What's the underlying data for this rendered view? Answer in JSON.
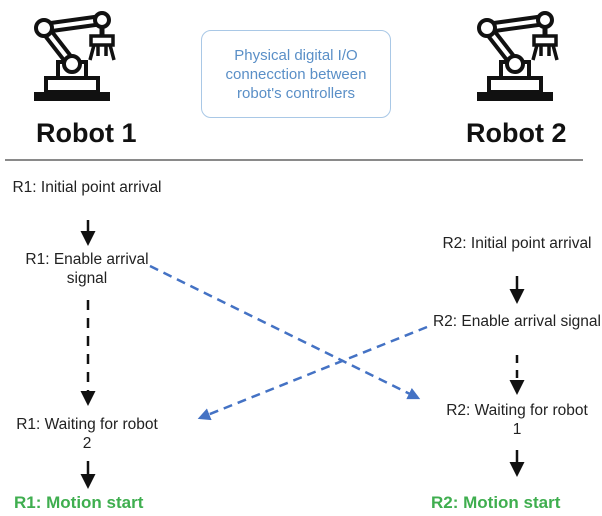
{
  "header": {
    "robot1_title": "Robot 1",
    "robot2_title": "Robot 2",
    "connection_note": "Physical digital I/O connecction between robot's controllers"
  },
  "robot1_steps": {
    "initial_point": "R1: Initial point arrival",
    "enable_arrival": "R1: Enable arrival signal",
    "waiting": "R1: Waiting for robot 2",
    "motion_start": "R1: Motion start"
  },
  "robot2_steps": {
    "initial_point": "R2: Initial point arrival",
    "enable_arrival": "R2: Enable arrival signal",
    "waiting": "R2: Waiting for robot 1",
    "motion_start": "R2: Motion start"
  },
  "colors": {
    "signal_arrow": "#4472c4",
    "motion_start": "#3fae4f",
    "note_border": "#a9c8e6",
    "note_text": "#5a8fc7"
  },
  "icons": [
    "robot-arm-icon",
    "robot-arm-icon"
  ]
}
